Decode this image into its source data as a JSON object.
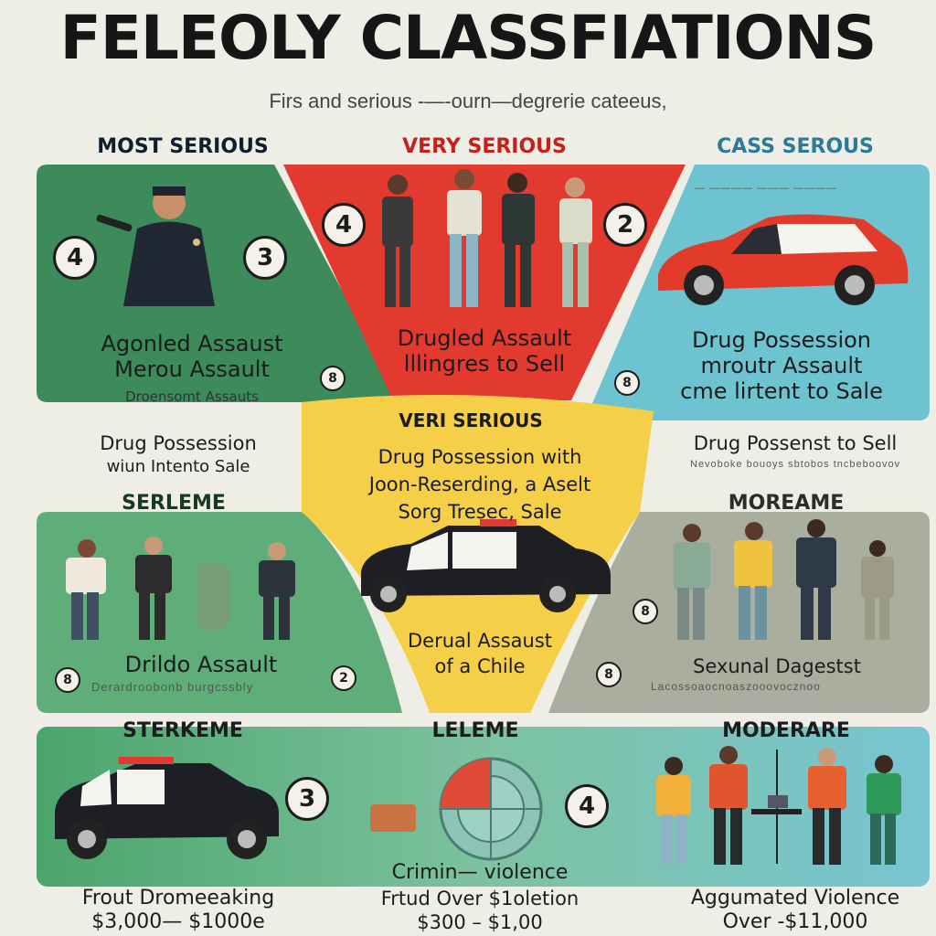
{
  "header": {
    "title": "FELEOLY CLASSFIATIONS",
    "subtitle": "Firs and serious -—-ourn—degrerie cateeus,"
  },
  "colors": {
    "background": "#efeee6",
    "green": "#3d8a5a",
    "red": "#e23a2f",
    "teal": "#6ec3d0",
    "yellow": "#f4cf47",
    "gray": "#a3a89a"
  },
  "top_row": {
    "left": {
      "label": "MOST SERIOUS",
      "badge_a": "4",
      "badge_b": "3",
      "badge_small": "8",
      "lines": [
        "Agonled Assaust",
        "Merou Assault",
        "Droensomt Assauts"
      ]
    },
    "center": {
      "label": "VERY SERIOUS",
      "badge_a": "4",
      "badge_b": "2",
      "lines": [
        "Drugled Assault",
        "lllingres to Sell"
      ]
    },
    "right": {
      "label": "CASS SEROUS",
      "badge_small": "8",
      "lines": [
        "Drug Possession",
        "mroutr Assault",
        "cme lirtent to Sale"
      ]
    }
  },
  "middle_labels": {
    "left_caption_1": "Drug Possession",
    "left_caption_2": "wiun Intento Sale",
    "right_caption": "Drug Possenst to Sell",
    "right_caption_faint": "Nevoboke bouoys sbtobos tncbeboovov"
  },
  "middle_row": {
    "left": {
      "label": "SERLEME",
      "badge_small_a": "8",
      "badge_small_b": "2",
      "lines": [
        "Drildo Assault",
        "Derardroobonb burgcssbly"
      ]
    },
    "center": {
      "label": "VERI SERIOUS",
      "lines": [
        "Drug Possession with",
        "Joon-Reserding, a Aselt",
        "Sorg Tresec, Sale"
      ],
      "bottom_lines": [
        "Derual Assaust",
        "of a Chile"
      ]
    },
    "right": {
      "label": "MOREAME",
      "badge_small_a": "8",
      "badge_small_b": "8",
      "lines": [
        "Sexunal Dagestst",
        "Lacossoaocnoaszooovocznoo"
      ]
    }
  },
  "bottom_row": {
    "left": {
      "label": "STERKEME",
      "badge": "3",
      "line_1": "Frout Dromeeaking",
      "line_2": "$3,000— $1000e"
    },
    "center": {
      "label": "LELEME",
      "badge": "4",
      "line_1": "Crimin— violence",
      "line_2": "Frtud Over $1oletion",
      "line_3": "$300 – $1,00"
    },
    "right": {
      "label": "MODERARE",
      "line_1": "Aggumated Violence",
      "line_2": "Over -$11,000"
    }
  }
}
